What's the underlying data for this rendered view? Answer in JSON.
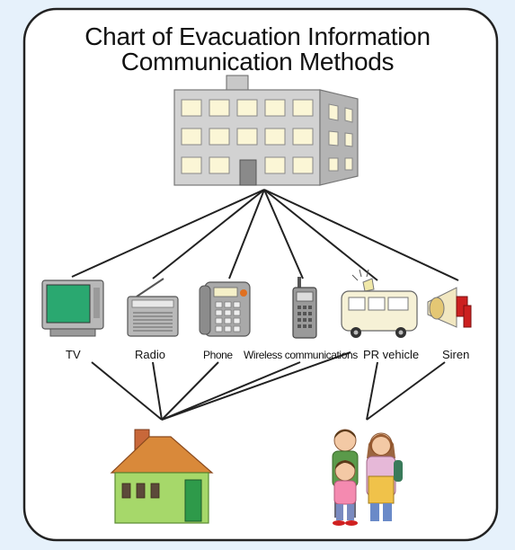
{
  "title_lines": [
    "Chart of Evacuation Information",
    "Communication Methods"
  ],
  "methods": [
    {
      "id": "tv",
      "label": "TV",
      "icon": "tv-icon"
    },
    {
      "id": "radio",
      "label": "Radio",
      "icon": "radio-icon"
    },
    {
      "id": "phone",
      "label": "Phone",
      "icon": "phone-icon"
    },
    {
      "id": "wireless",
      "label": "Wireless communications",
      "icon": "walkie-talkie-icon"
    },
    {
      "id": "pr-vehicle",
      "label": "PR vehicle",
      "icon": "pr-vehicle-icon"
    },
    {
      "id": "siren",
      "label": "Siren",
      "icon": "siren-icon"
    }
  ],
  "source_icon": "government-building-icon",
  "targets": [
    {
      "id": "house",
      "icon": "house-icon"
    },
    {
      "id": "family",
      "icon": "family-icon"
    }
  ],
  "colors": {
    "background": "#e6f1fb",
    "panel": "#ffffff",
    "border": "#222222",
    "connector": "#222222"
  }
}
